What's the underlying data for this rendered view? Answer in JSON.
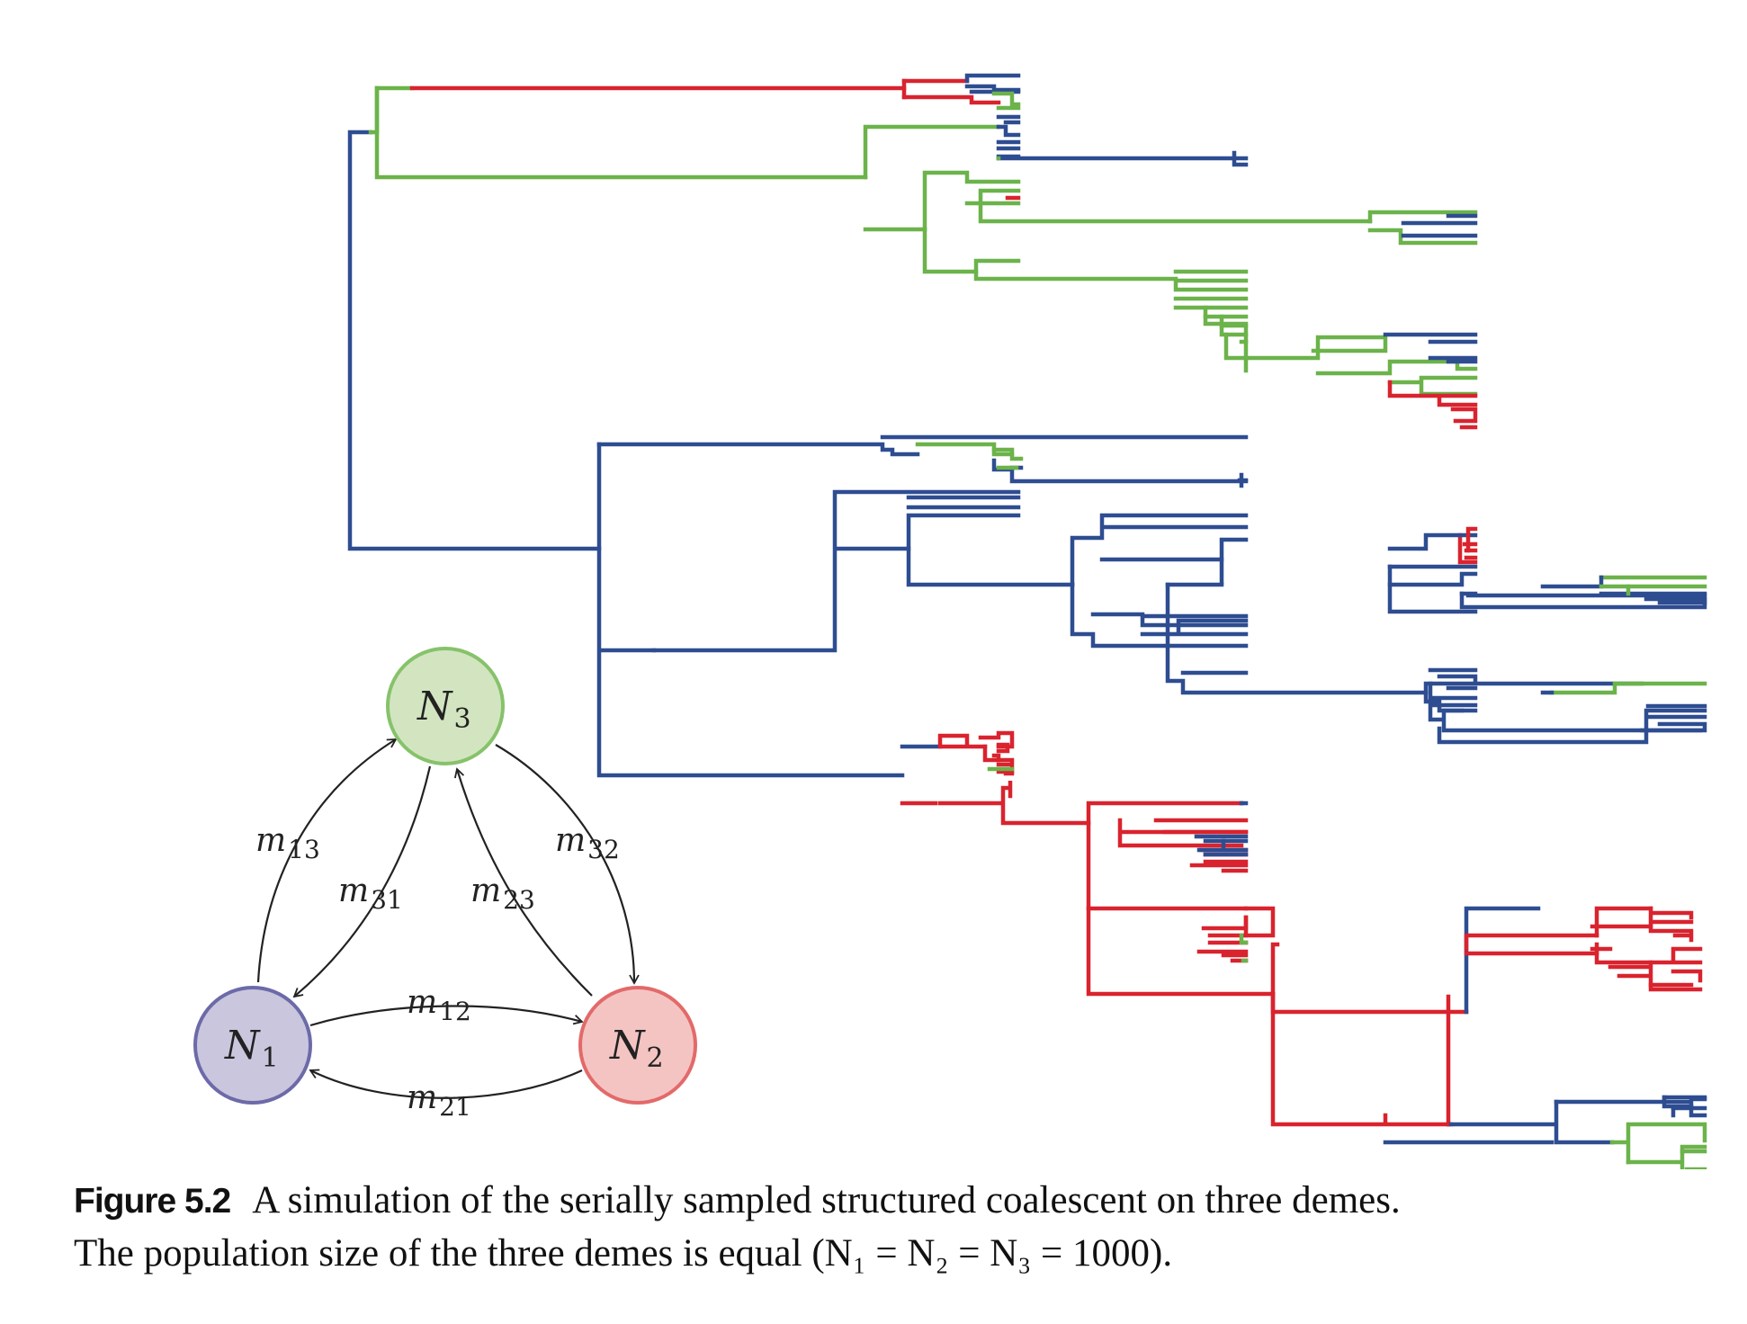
{
  "colors": {
    "deme1": "#2e4d91",
    "deme2": "#d9232e",
    "deme3": "#6bb34a"
  },
  "nodes": [
    {
      "id": "N1",
      "symbol": "N",
      "sub": "1",
      "fill": "#c9c6de",
      "stroke": "#6c6aa8"
    },
    {
      "id": "N2",
      "symbol": "N",
      "sub": "2",
      "fill": "#f4c4c3",
      "stroke": "#e26a6a"
    },
    {
      "id": "N3",
      "symbol": "N",
      "sub": "3",
      "fill": "#d2e5c0",
      "stroke": "#86c26a"
    }
  ],
  "migration_labels": [
    {
      "symbol": "m",
      "sub": "13"
    },
    {
      "symbol": "m",
      "sub": "31"
    },
    {
      "symbol": "m",
      "sub": "23"
    },
    {
      "symbol": "m",
      "sub": "32"
    },
    {
      "symbol": "m",
      "sub": "12"
    },
    {
      "symbol": "m",
      "sub": "21"
    }
  ],
  "caption": {
    "label": "Figure 5.2",
    "line1": "A simulation of the serially sampled structured coalescent on three demes.",
    "line2": "The population size of the three demes is equal (N₁ = N₂ = N₃ = 1000)."
  }
}
